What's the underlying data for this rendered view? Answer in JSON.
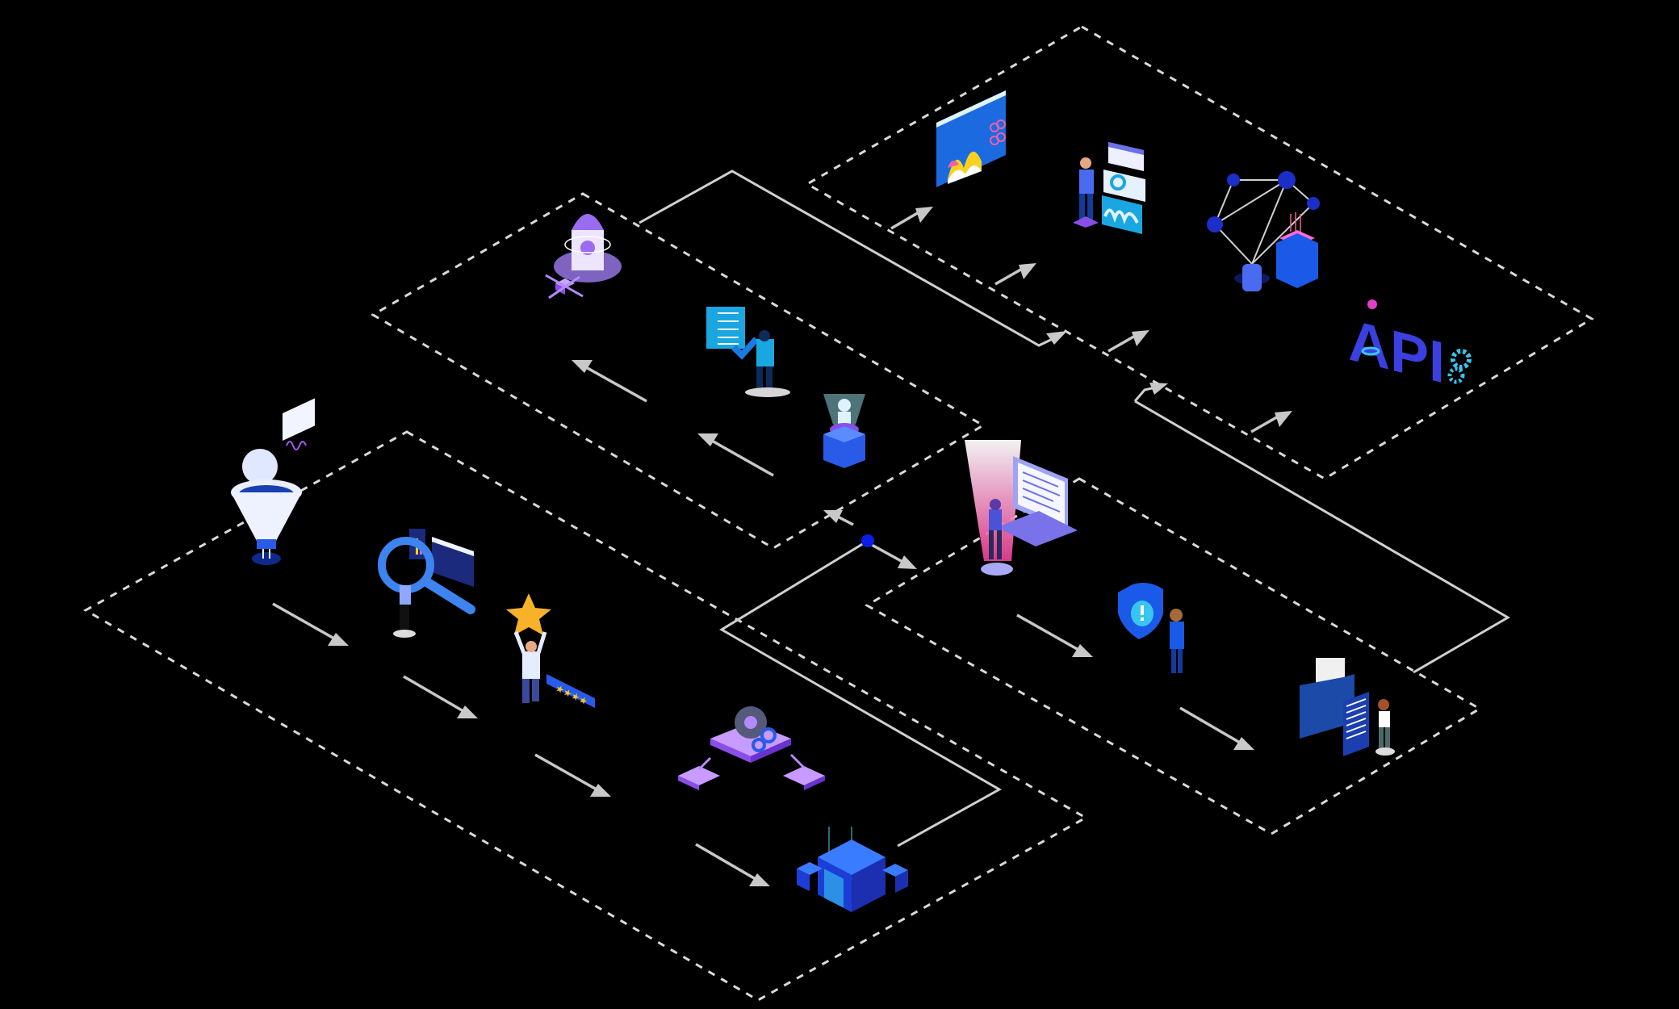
{
  "diagram": {
    "background": "#000000",
    "colors": {
      "dashed_border": "#d9d9d9",
      "connector": "#cfcfcf",
      "arrow": "#c8c8c8",
      "junction_dot": "#0a1ee8",
      "primary_blue": "#2457e6",
      "purple": "#9b6cf0",
      "cyan": "#1aa6e0",
      "pink": "#f05fa8",
      "yellow": "#f7d21f"
    },
    "zones": [
      {
        "id": "zone-ingestion",
        "position": "bottom-left",
        "icons": [
          "data-funnel-icon",
          "magnifier-analysis-icon",
          "rating-star-icon",
          "gear-processor-icon",
          "cube-server-icon"
        ]
      },
      {
        "id": "zone-deployment",
        "position": "middle-left",
        "icons": [
          "rocket-launch-icon",
          "checklist-review-icon",
          "ai-robot-hologram-icon"
        ]
      },
      {
        "id": "zone-monitoring",
        "position": "bottom-right",
        "icons": [
          "developer-computer-icon",
          "security-shield-icon",
          "document-folder-icon"
        ]
      },
      {
        "id": "zone-integration",
        "position": "top-right",
        "icons": [
          "analytics-dashboard-icon",
          "data-charts-person-icon",
          "network-database-icon",
          "api-gears-icon"
        ]
      }
    ],
    "api_label": "API"
  }
}
